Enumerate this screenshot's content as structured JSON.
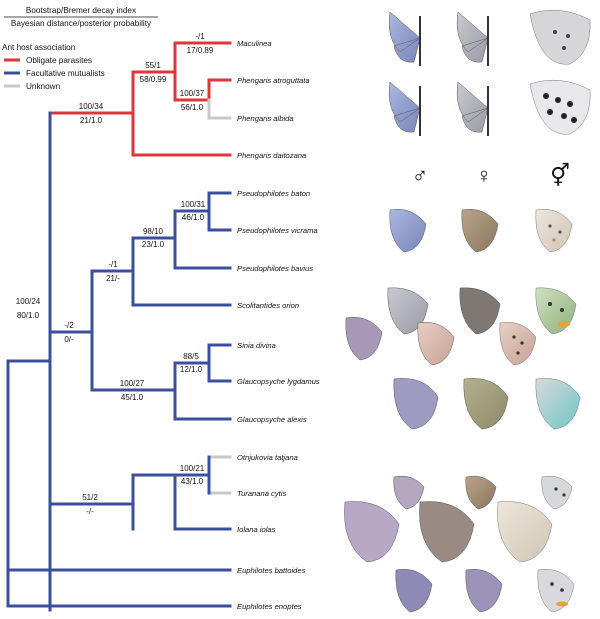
{
  "header": {
    "line1": "Bootstrap/Bremer decay index",
    "line2": "Bayesian distance/posterior probability"
  },
  "legend": {
    "title": "Ant host association",
    "items": [
      {
        "label": "Obligate parasites",
        "color": "#e0353a"
      },
      {
        "label": "Facultative mutualists",
        "color": "#3c4f9c"
      },
      {
        "label": "Unknown",
        "color": "#c8c8c8"
      }
    ]
  },
  "taxa": [
    "Maculinea",
    "Phengaris atroguttata",
    "Phengaris albida",
    "Phengaris daitozana",
    "Pseudophilotes baton",
    "Pseudophilotes vicrama",
    "Pseudophilotes bavius",
    "Scolitantides orion",
    "Sinia divina",
    "Glaucopsyche lygdamus",
    "Glaucopsyche alexis",
    "Otnjukovia tatjana",
    "Turanana cytis",
    "Iolana iolas",
    "Euphilotes battoides",
    "Euphilotes enoptes"
  ],
  "supports": {
    "maculinea": {
      "top": "-/1",
      "bottom": "17/0.89"
    },
    "macul_phengaris": {
      "top": "55/1",
      "bottom": "58/0.99"
    },
    "atro_albida": {
      "top": "100/37",
      "bottom": "56/1.0"
    },
    "phengaris_all": {
      "top": "100/34",
      "bottom": "21/1.0"
    },
    "baton_vicrama": {
      "top": "100/31",
      "bottom": "46/1.0"
    },
    "pseudophilotes": {
      "top": "98/10",
      "bottom": "23/1.0"
    },
    "pseudo_scolit": {
      "top": "-/1",
      "bottom": "21/-"
    },
    "sinia_lygdamus": {
      "top": "88/5",
      "bottom": "12/1.0"
    },
    "glaucopsyche": {
      "top": "100/27",
      "bottom": "45/1.0"
    },
    "big_clade": {
      "top": "-/2",
      "bottom": "0/-"
    },
    "otnj_turanana": {
      "top": "100/21",
      "bottom": "43/1.0"
    },
    "iolana_group": {
      "top": "51/2",
      "bottom": "-/-"
    },
    "root_inner": {
      "top": "100/24",
      "bottom": "80/1.0"
    }
  },
  "sex_symbols": {
    "male": "♂",
    "female": "♀",
    "gynandromorph": "⚥"
  },
  "icon_names": [
    "male-symbol-icon",
    "female-symbol-icon",
    "gynandromorph-symbol-icon"
  ]
}
